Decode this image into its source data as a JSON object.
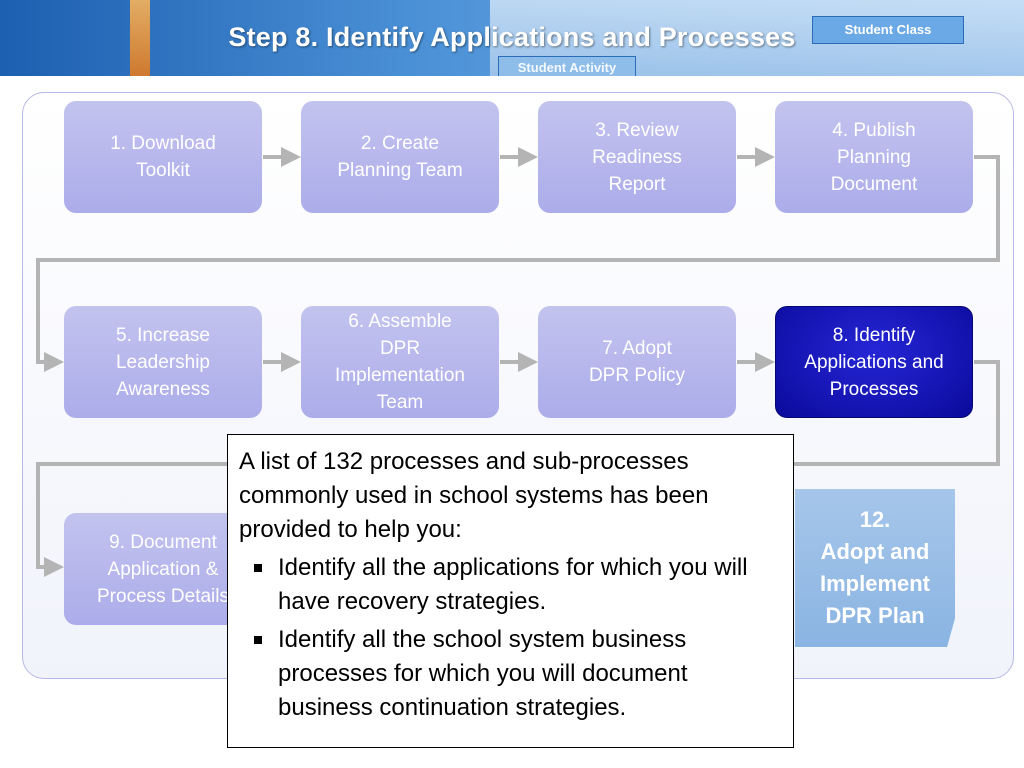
{
  "header": {
    "title": "Step 8.  Identify Applications and Processes",
    "card_top": "Student Class",
    "card_bottom": "Student Activity"
  },
  "steps": [
    {
      "label": "1. Download\nToolkit"
    },
    {
      "label": "2. Create\nPlanning Team"
    },
    {
      "label": "3. Review\nReadiness\nReport"
    },
    {
      "label": "4. Publish\nPlanning\nDocument"
    },
    {
      "label": "5. Increase\nLeadership\nAwareness"
    },
    {
      "label": "6. Assemble\nDPR\nImplementation\nTeam"
    },
    {
      "label": "7. Adopt\nDPR Policy"
    },
    {
      "label": "8. Identify\nApplications and\nProcesses"
    },
    {
      "label": "9. Document\nApplication &\nProcess Details"
    },
    {
      "label": "12.\nAdopt and\nImplement\nDPR Plan"
    }
  ],
  "callout": {
    "intro": "A list of 132 processes and sub-processes commonly used in school systems has been provided to help you:",
    "bullets": [
      "Identify all the applications for which you will have recovery strategies.",
      "Identify all the school system business processes for which you will document business continuation strategies."
    ]
  },
  "colors": {
    "step_bg": "#b8b8ec",
    "step_active_bg": "#0f0fb0",
    "final_bg": "#98bde6",
    "connector": "#b4b4b4"
  }
}
